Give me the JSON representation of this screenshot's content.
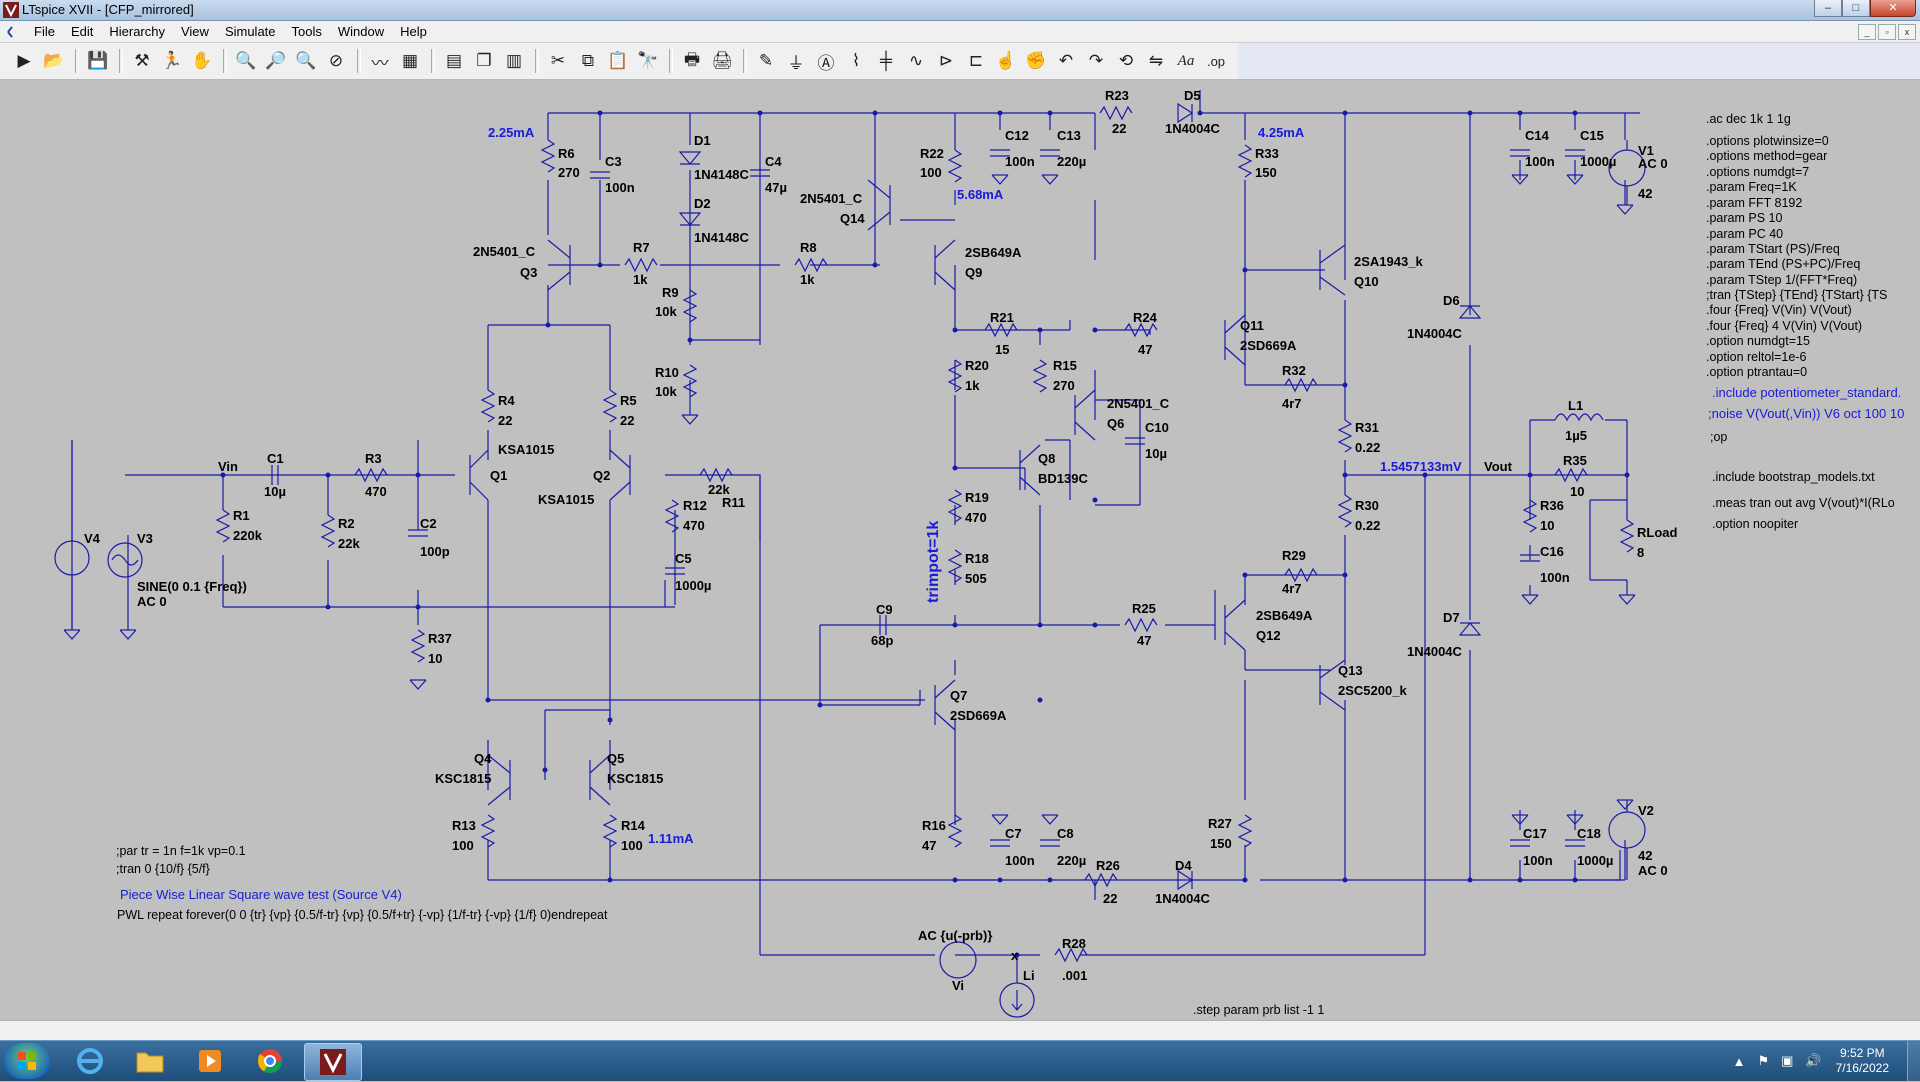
{
  "window": {
    "title": "LTspice XVII - [CFP_mirrored]",
    "controls": {
      "minimize": "–",
      "maximize": "□",
      "close": "✕"
    }
  },
  "menu": [
    "File",
    "Edit",
    "Hierarchy",
    "View",
    "Simulate",
    "Tools",
    "Window",
    "Help"
  ],
  "toolbar": {
    "icons": [
      "run-icon",
      "open-folder-icon",
      "save-icon",
      "control-panel-icon",
      "run-halt-icon",
      "pan-hand-icon",
      "zoom-in-icon",
      "zoom-area-icon",
      "zoom-out-icon",
      "zoom-cancel-icon",
      "waveform-icon",
      "sheet-icon",
      "tile-horizontal-icon",
      "cascade-icon",
      "tile-vertical-icon",
      "cut-icon",
      "copy-icon",
      "paste-icon",
      "find-icon",
      "print-icon",
      "print-setup-icon",
      "wire-pen-icon",
      "ground-icon",
      "label-icon",
      "resistor-icon",
      "capacitor-icon",
      "inductor-icon",
      "diode-icon",
      "component-icon",
      "move-hand-icon",
      "drag-hand-icon",
      "undo-icon",
      "redo-icon",
      "rotate-icon",
      "mirror-icon",
      "text-icon",
      "spice-directive-icon"
    ],
    "text_label": "Aa",
    "op_label": ".op"
  },
  "schematic": {
    "components": [
      {
        "id": "R6",
        "value": "270"
      },
      {
        "id": "C3",
        "value": "100n"
      },
      {
        "id": "D1",
        "value": "1N4148C"
      },
      {
        "id": "C4",
        "value": "47µ"
      },
      {
        "id": "D2",
        "value": "1N4148C"
      },
      {
        "id": "R22",
        "value": "100"
      },
      {
        "id": "C12",
        "value": "100n"
      },
      {
        "id": "C13",
        "value": "220µ"
      },
      {
        "id": "R23",
        "value": "22"
      },
      {
        "id": "D5",
        "value": "1N4004C"
      },
      {
        "id": "R33",
        "value": "150"
      },
      {
        "id": "C14",
        "value": "100n"
      },
      {
        "id": "C15",
        "value": "1000µ"
      },
      {
        "id": "Q14",
        "value": "2N5401_C"
      },
      {
        "id": "Q3",
        "value": "2N5401_C"
      },
      {
        "id": "R7",
        "value": "1k"
      },
      {
        "id": "R8",
        "value": "1k"
      },
      {
        "id": "Q9",
        "value": "2SB649A"
      },
      {
        "id": "R9",
        "value": "10k"
      },
      {
        "id": "R10",
        "value": "10k"
      },
      {
        "id": "Q10",
        "value": "2SA1943_k"
      },
      {
        "id": "R21",
        "value": "15"
      },
      {
        "id": "R24",
        "value": "47"
      },
      {
        "id": "Q11",
        "value": "2SD669A"
      },
      {
        "id": "R20",
        "value": "1k"
      },
      {
        "id": "R15",
        "value": "270"
      },
      {
        "id": "Q6",
        "value": "2N5401_C"
      },
      {
        "id": "R32",
        "value": "4r7"
      },
      {
        "id": "C10",
        "value": "10µ"
      },
      {
        "id": "R4",
        "value": "22"
      },
      {
        "id": "R5",
        "value": "22"
      },
      {
        "id": "Q1",
        "value": "KSA1015"
      },
      {
        "id": "Q2",
        "value": "KSA1015"
      },
      {
        "id": "R31",
        "value": "0.22"
      },
      {
        "id": "Q8",
        "value": "BD139C"
      },
      {
        "id": "R3",
        "value": "470"
      },
      {
        "id": "C1",
        "value": "10µ"
      },
      {
        "id": "R11",
        "value": "22k"
      },
      {
        "id": "R12",
        "value": "470"
      },
      {
        "id": "R19",
        "value": "470"
      },
      {
        "id": "R30",
        "value": "0.22"
      },
      {
        "id": "R1",
        "value": "220k"
      },
      {
        "id": "R2",
        "value": "22k"
      },
      {
        "id": "C2",
        "value": "100p"
      },
      {
        "id": "R18",
        "value": "505"
      },
      {
        "id": "R29",
        "value": "4r7"
      },
      {
        "id": "C5",
        "value": "1000µ"
      },
      {
        "id": "C9",
        "value": "68p"
      },
      {
        "id": "R25",
        "value": "47"
      },
      {
        "id": "Q12",
        "value": "2SB649A"
      },
      {
        "id": "R37",
        "value": "10"
      },
      {
        "id": "Q7",
        "value": "2SD669A"
      },
      {
        "id": "Q13",
        "value": "2SC5200_k"
      },
      {
        "id": "Q4",
        "value": "KSC1815"
      },
      {
        "id": "Q5",
        "value": "KSC1815"
      },
      {
        "id": "R13",
        "value": "100"
      },
      {
        "id": "R14",
        "value": "100"
      },
      {
        "id": "R16",
        "value": "47"
      },
      {
        "id": "C7",
        "value": "100n"
      },
      {
        "id": "C8",
        "value": "220µ"
      },
      {
        "id": "R26",
        "value": "22"
      },
      {
        "id": "D4",
        "value": "1N4004C"
      },
      {
        "id": "R27",
        "value": "150"
      },
      {
        "id": "C17",
        "value": "100n"
      },
      {
        "id": "C18",
        "value": "1000µ"
      },
      {
        "id": "R28",
        "value": ".001"
      },
      {
        "id": "D6",
        "value": "1N4004C"
      },
      {
        "id": "D7",
        "value": "1N4004C"
      },
      {
        "id": "L1",
        "value": "1µ5"
      },
      {
        "id": "R35",
        "value": "10"
      },
      {
        "id": "R36",
        "value": "10"
      },
      {
        "id": "C16",
        "value": "100n"
      },
      {
        "id": "RLoad",
        "value": "8"
      },
      {
        "id": "V4",
        "value": ""
      },
      {
        "id": "Li",
        "value": ""
      }
    ],
    "sources": {
      "V3": {
        "name": "V3",
        "line1": "SINE(0 0.1 {Freq})",
        "line2": "AC 0"
      },
      "V1": {
        "name": "V1",
        "value": "42",
        "ac": "AC 0"
      },
      "V2": {
        "name": "V2",
        "value": "42",
        "ac": "AC 0"
      },
      "Vi": {
        "name": "Vi",
        "value": "AC {u(-prb)}"
      }
    },
    "currents": {
      "r6": "2.25mA",
      "r33": "4.25mA",
      "r22": "5.68mA",
      "r14": "1.11mA"
    },
    "voltage_probe": "1.5457133mV",
    "net_labels": {
      "vin": "Vin",
      "vout": "Vout",
      "probe": "x"
    },
    "trimpot_label": "trimpot=1k",
    "comments": [
      ";par tr = 1n f=1k vp=0.1",
      ";tran 0 {10/f} {5/f}"
    ],
    "pwl_title": "Piece Wise Linear Square wave test (Source V4)",
    "pwl_line": "PWL repeat forever(0 0 {tr} {vp} {0.5/f-tr} {vp} {0.5/f+tr} {-vp} {1/f-tr} {-vp} {1/f} 0)endrepeat",
    "step": ".step param prb list -1 1",
    "directives": [
      ".ac dec 1k 1 1g",
      "",
      ".options plotwinsize=0",
      ".options method=gear",
      ".options numdgt=7",
      ".param Freq=1K",
      ".param FFT 8192",
      ".param PS 10",
      ".param PC 40",
      ".param TStart (PS)/Freq",
      ".param TEnd (PS+PC)/Freq",
      ".param TStep 1/(FFT*Freq)",
      ";tran {TStep} {TEnd} {TStart} {TS",
      ".four {Freq} V(Vin) V(Vout)",
      ".four {Freq} 4 V(Vin) V(Vout)",
      ".option numdgt=15",
      ".option reltol=1e-6",
      ".option ptrantau=0"
    ],
    "include_pot": ".include potentiometer_standard.",
    "noise": ";noise V(Vout(,Vin)) V6 oct 100 10",
    "op_comment": ";op",
    "include_boot": ".include bootstrap_models.txt",
    "meas": ".meas tran out avg V(vout)*I(RLo",
    "noopiter": ".option noopiter"
  },
  "taskbar": {
    "time": "9:52 PM",
    "date": "7/16/2022"
  },
  "colors": {
    "wire": "#1a1aa8",
    "canvas": "#c0c0c0",
    "annotation": "#1a1ad8"
  }
}
